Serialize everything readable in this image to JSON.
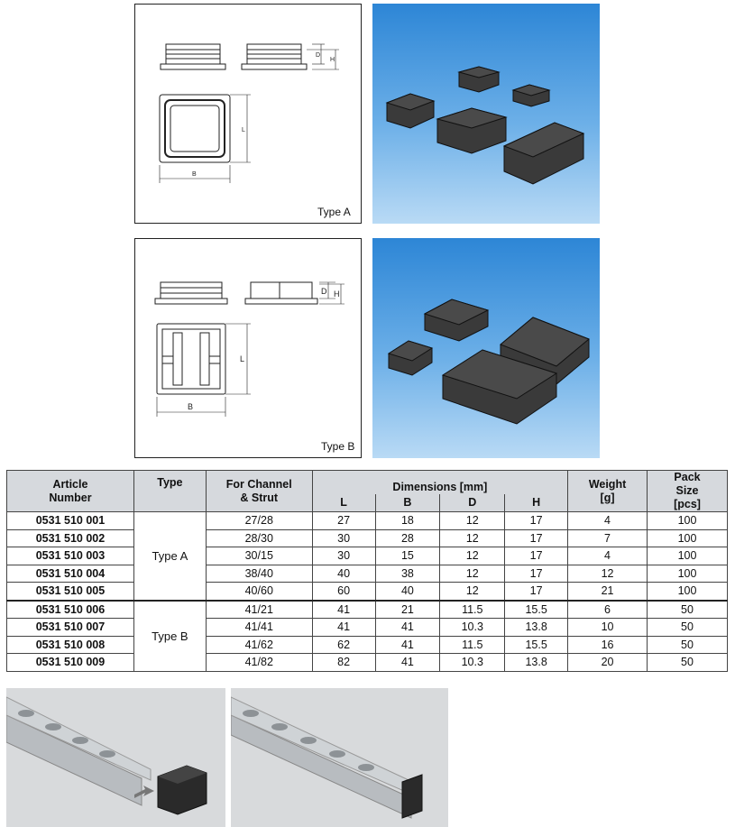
{
  "figures": {
    "type_a_label": "Type A",
    "type_b_label": "Type B",
    "dim_letters": {
      "d": "D",
      "h": "H",
      "l": "L",
      "b": "B"
    }
  },
  "table": {
    "headers": {
      "article": "Article Number",
      "type": "Type",
      "channel": "For Channel & Strut",
      "dimensions": "Dimensions [mm]",
      "weight": "Weight [g]",
      "pack": "Pack Size [pcs]"
    },
    "dim_cols": [
      "L",
      "B",
      "D",
      "H"
    ],
    "groups": [
      {
        "type": "Type A",
        "rows": [
          {
            "article": "0531 510 001",
            "channel": "27/28",
            "L": "27",
            "B": "18",
            "D": "12",
            "H": "17",
            "weight": "4",
            "pack": "100"
          },
          {
            "article": "0531 510 002",
            "channel": "28/30",
            "L": "30",
            "B": "28",
            "D": "12",
            "H": "17",
            "weight": "7",
            "pack": "100"
          },
          {
            "article": "0531 510 003",
            "channel": "30/15",
            "L": "30",
            "B": "15",
            "D": "12",
            "H": "17",
            "weight": "4",
            "pack": "100"
          },
          {
            "article": "0531 510 004",
            "channel": "38/40",
            "L": "40",
            "B": "38",
            "D": "12",
            "H": "17",
            "weight": "12",
            "pack": "100"
          },
          {
            "article": "0531 510 005",
            "channel": "40/60",
            "L": "60",
            "B": "40",
            "D": "12",
            "H": "17",
            "weight": "21",
            "pack": "100"
          }
        ]
      },
      {
        "type": "Type B",
        "rows": [
          {
            "article": "0531 510 006",
            "channel": "41/21",
            "L": "41",
            "B": "21",
            "D": "11.5",
            "H": "15.5",
            "weight": "6",
            "pack": "50"
          },
          {
            "article": "0531 510 007",
            "channel": "41/41",
            "L": "41",
            "B": "41",
            "D": "10.3",
            "H": "13.8",
            "weight": "10",
            "pack": "50"
          },
          {
            "article": "0531 510 008",
            "channel": "41/62",
            "L": "62",
            "B": "41",
            "D": "11.5",
            "H": "15.5",
            "weight": "16",
            "pack": "50"
          },
          {
            "article": "0531 510 009",
            "channel": "41/82",
            "L": "82",
            "B": "41",
            "D": "10.3",
            "H": "13.8",
            "weight": "20",
            "pack": "50"
          }
        ]
      }
    ]
  }
}
